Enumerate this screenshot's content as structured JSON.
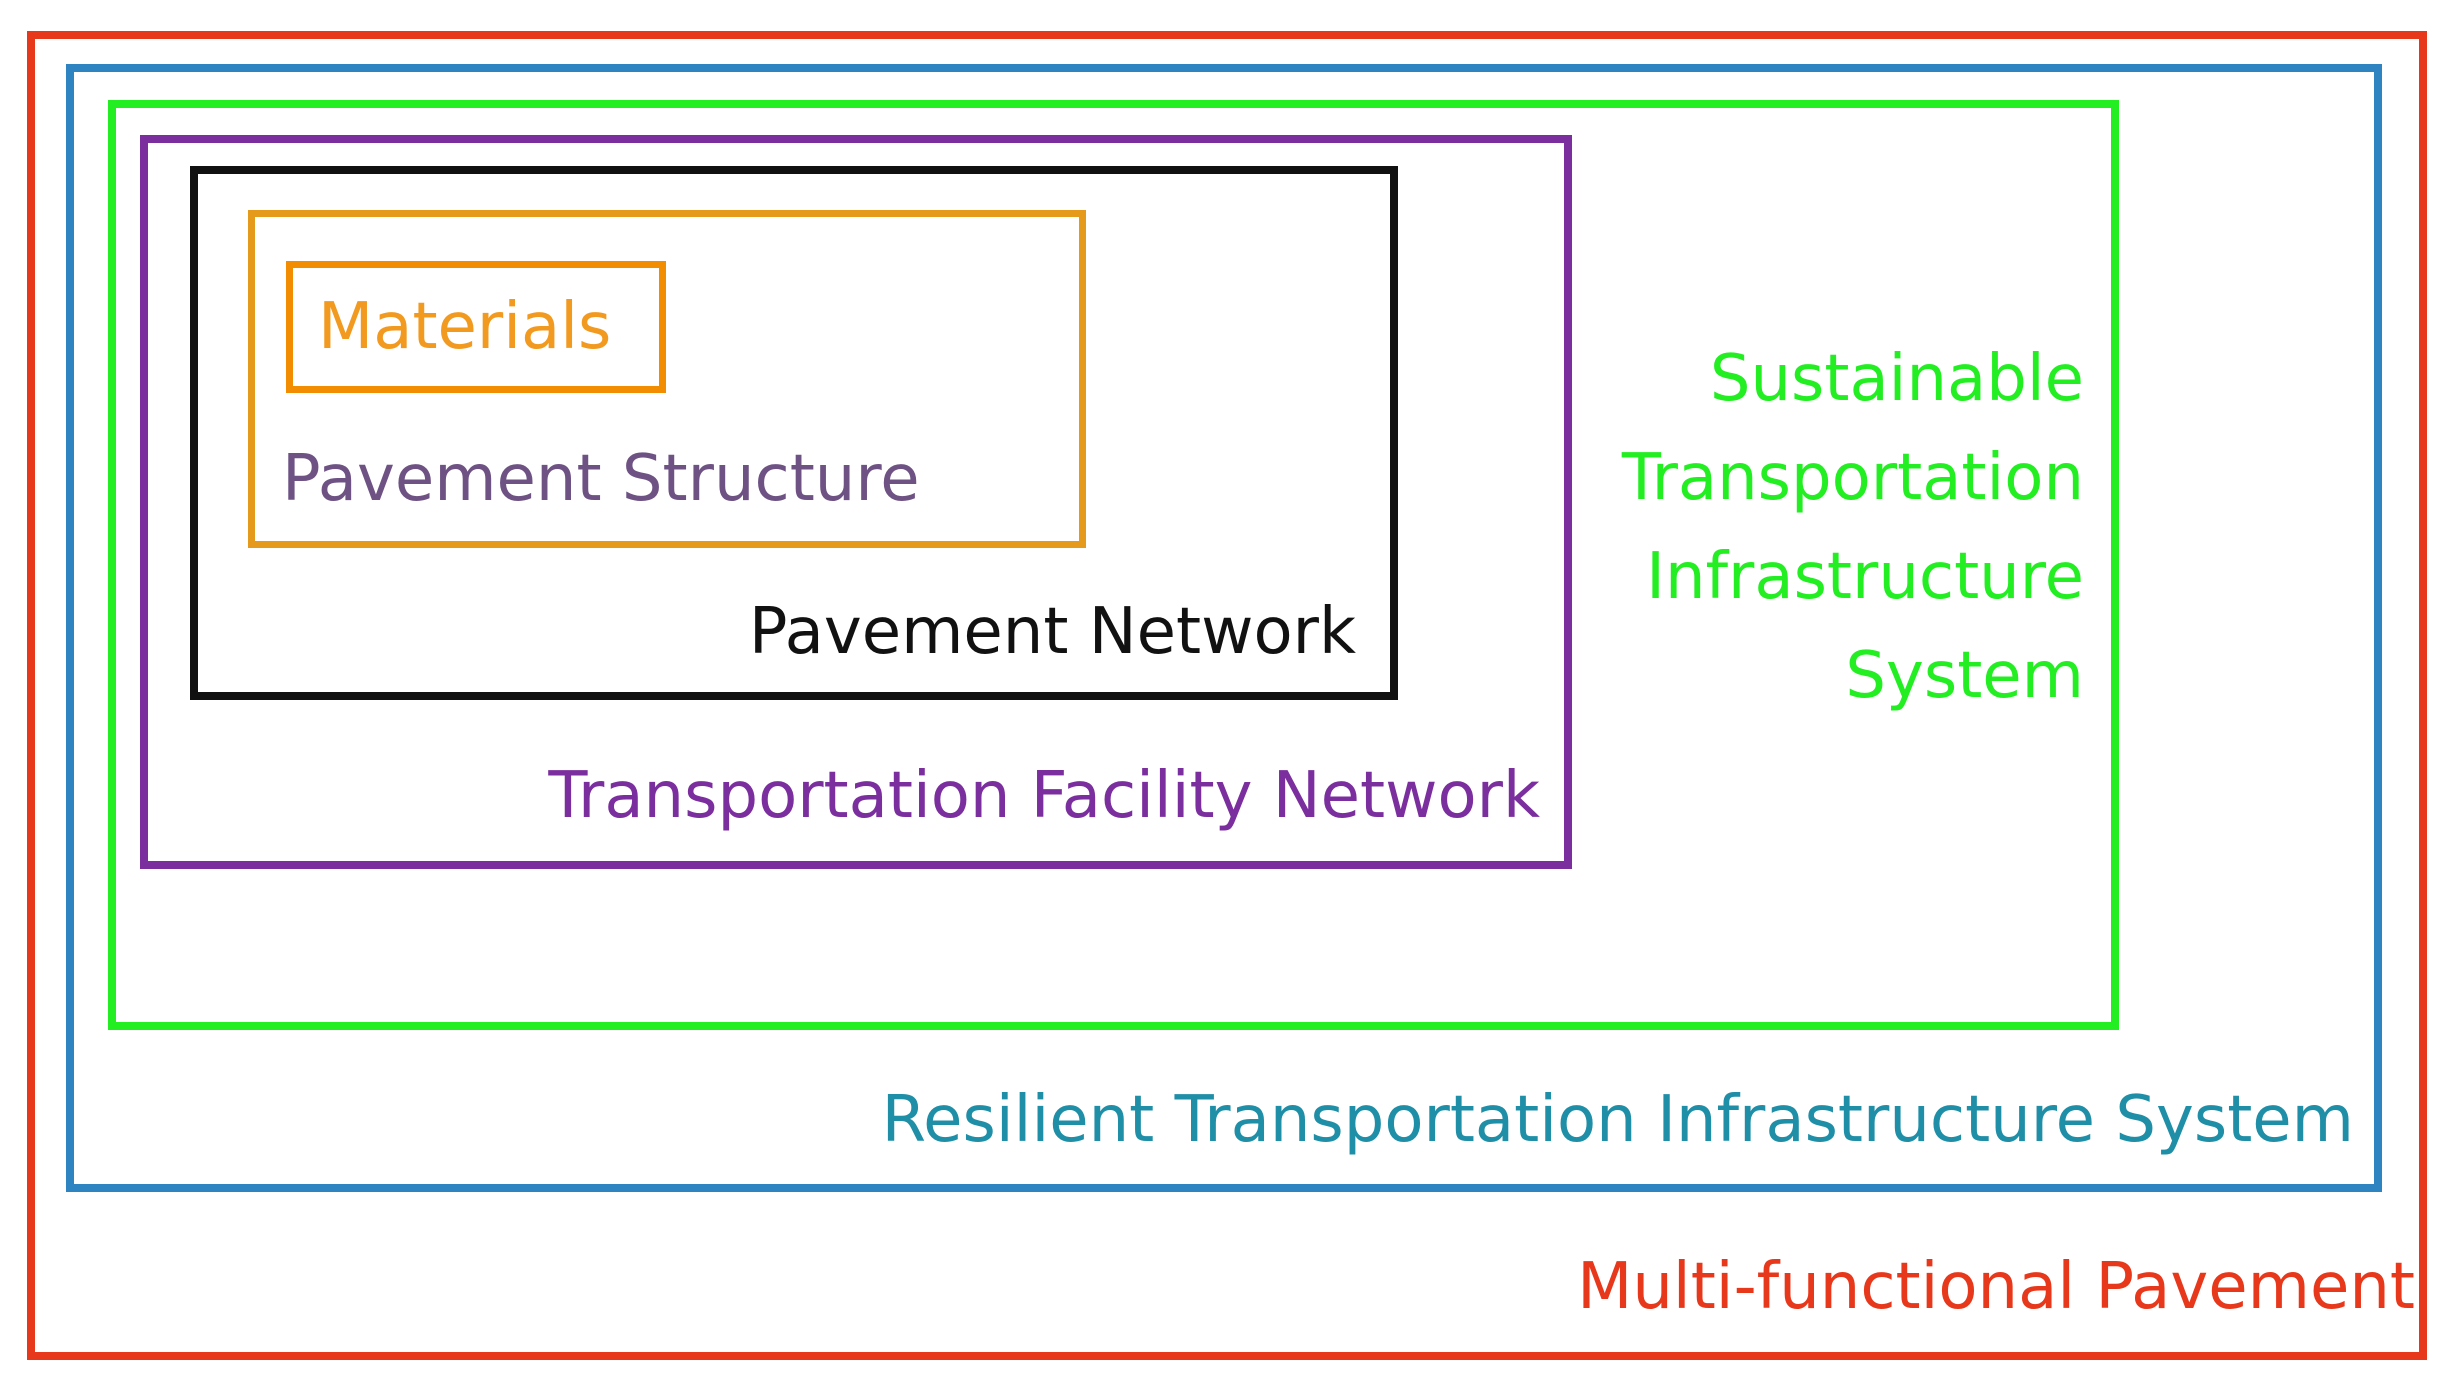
{
  "diagram": {
    "layers": {
      "multifunctional": {
        "label": "Multi-functional Pavement",
        "color": "#E8381B"
      },
      "resilient": {
        "label": "Resilient Transportation Infrastructure System",
        "color": "#2E83C1"
      },
      "sustainable": {
        "lines": [
          "Sustainable",
          "Transportation",
          "Infrastructure",
          "System"
        ],
        "color": "#22EE22"
      },
      "facility": {
        "label": "Transportation Facility Network",
        "color": "#7B2E9E"
      },
      "network": {
        "label": "Pavement Network",
        "color": "#111111"
      },
      "structure": {
        "label": "Pavement Structure",
        "color": "#E69A1B"
      },
      "materials": {
        "label": "Materials",
        "color": "#F28C00"
      }
    }
  }
}
